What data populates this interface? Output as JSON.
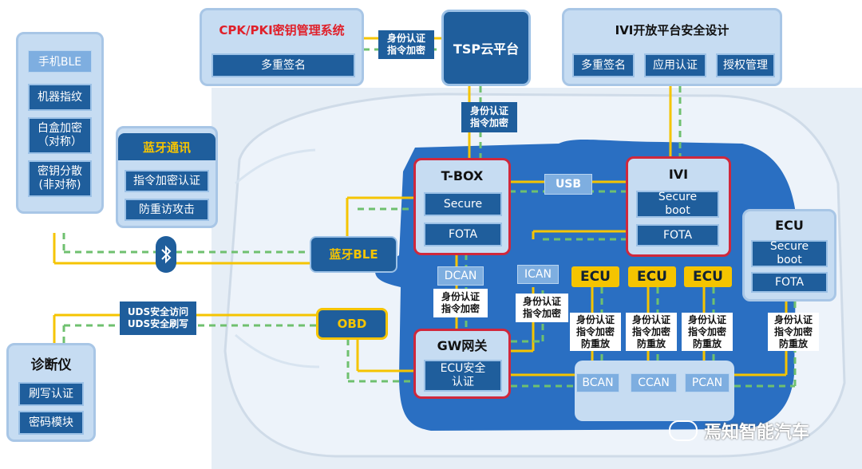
{
  "cpk": {
    "title": "CPK/PKI密钥管理系统",
    "item": "多重签名"
  },
  "tsp": {
    "title": "TSP云平台"
  },
  "ivi_platform": {
    "title": "IVI开放平台安全设计",
    "items": [
      "多重签名",
      "应用认证",
      "授权管理"
    ]
  },
  "phone": {
    "items": [
      "手机BLE",
      "机器指纹",
      "白盒加密\n（对称）",
      "密钥分散\n(非对称)"
    ]
  },
  "bt_comm": {
    "title": "蓝牙通讯",
    "items": [
      "指令加密认证",
      "防重访攻击"
    ]
  },
  "tbox": {
    "title": "T-BOX",
    "items": [
      "Secure",
      "FOTA"
    ]
  },
  "ivi": {
    "title": "IVI",
    "items": [
      "Secure\nboot",
      "FOTA"
    ]
  },
  "ecu_right": {
    "title": "ECU",
    "items": [
      "Secure\nboot",
      "FOTA"
    ]
  },
  "gw": {
    "title": "GW网关",
    "item": "ECU安全\n认证"
  },
  "diag": {
    "title": "诊断仪",
    "items": [
      "刷写认证",
      "密码模块"
    ]
  },
  "labels": {
    "auth_top": "身份认证\n指令加密",
    "auth_mid": "身份认证\n指令加密",
    "dcan": "DCAN",
    "ican": "ICAN",
    "usb": "USB",
    "auth_dcan": "身份认证\n指令加密",
    "auth_ican": "身份认证\n指令加密",
    "uds": "UDS安全访问\nUDS安全刷写",
    "obd": "OBD",
    "ble": "蓝牙BLE",
    "ecu_small": [
      "ECU",
      "ECU",
      "ECU"
    ],
    "auth_ecu": [
      "身份认证\n指令加密\n防重放",
      "身份认证\n指令加密\n防重放",
      "身份认证\n指令加密\n防重放"
    ],
    "auth_ecu_right": "身份认证\n指令加密\n防重放",
    "cans": [
      "BCAN",
      "CCAN",
      "PCAN"
    ]
  },
  "watermark": "焉知智能汽车",
  "colors": {
    "dark_blue": "#1f5e9c",
    "light_panel": "#c6dcf2",
    "car_blue": "#2a6fc2",
    "highlight_red": "#d0283c",
    "line_yellow": "#f5c400",
    "line_green": "#6fc06f"
  }
}
